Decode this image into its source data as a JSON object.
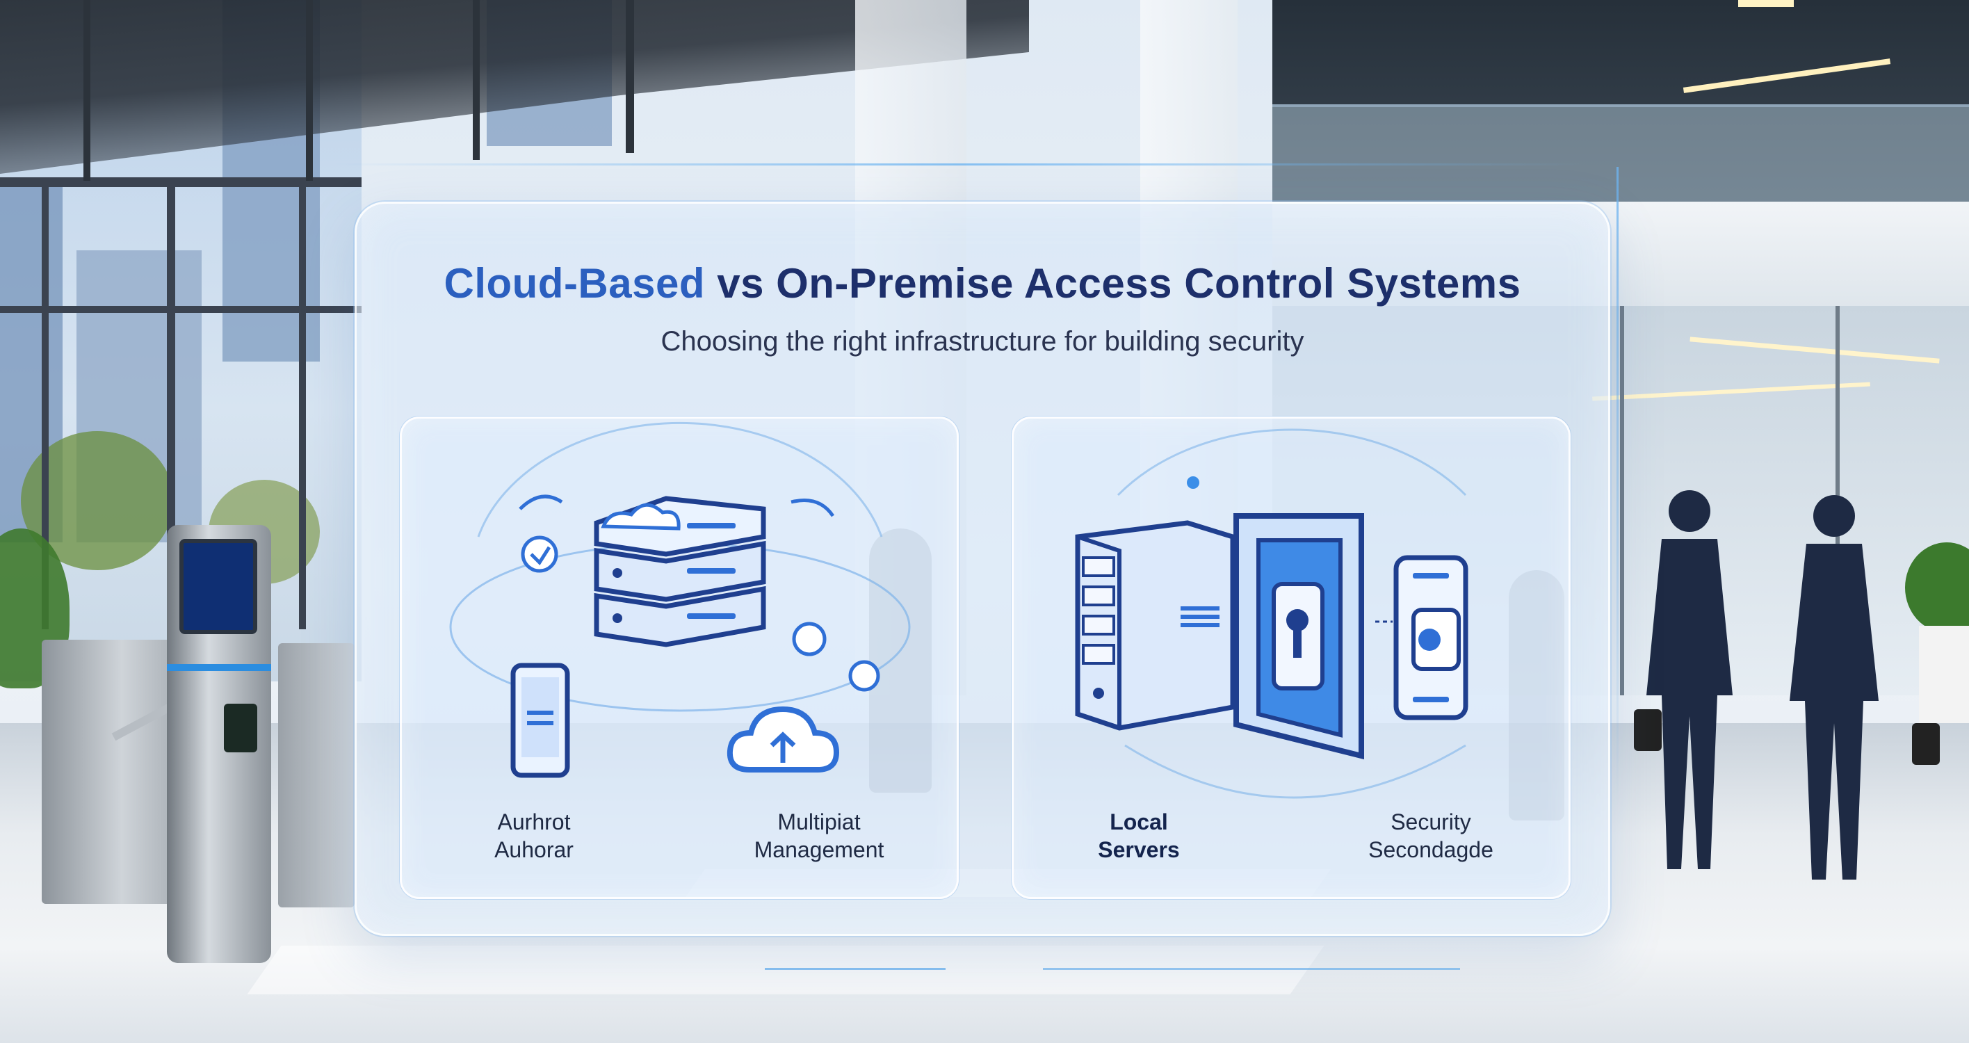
{
  "scene": {
    "title_accent": "Cloud-Based",
    "title_rest": " vs On-Premise Access Control Systems",
    "subtitle": "Choosing the right infrastructure for building security",
    "cards": [
      {
        "labels": [
          {
            "line1": "Aurhrot",
            "line2": "Auhorar"
          },
          {
            "line1": "Multipiat",
            "line2": "Management"
          }
        ]
      },
      {
        "labels": [
          {
            "line1": "Local",
            "line2": "Servers"
          },
          {
            "line1": "Security",
            "line2": "Secondagde"
          }
        ]
      }
    ]
  },
  "colors": {
    "title_dark": "#1d2f6b",
    "title_accent": "#2b5fbf",
    "icon_blue": "#2f6fd6",
    "icon_navy": "#1f3f8f",
    "panel_glass": "#d6e6f7"
  },
  "icons": [
    "cloud-server-stack-icon",
    "smartphone-icon",
    "cloud-upload-icon",
    "shield-icon",
    "local-server-icon",
    "secure-door-icon",
    "smart-lock-icon"
  ]
}
